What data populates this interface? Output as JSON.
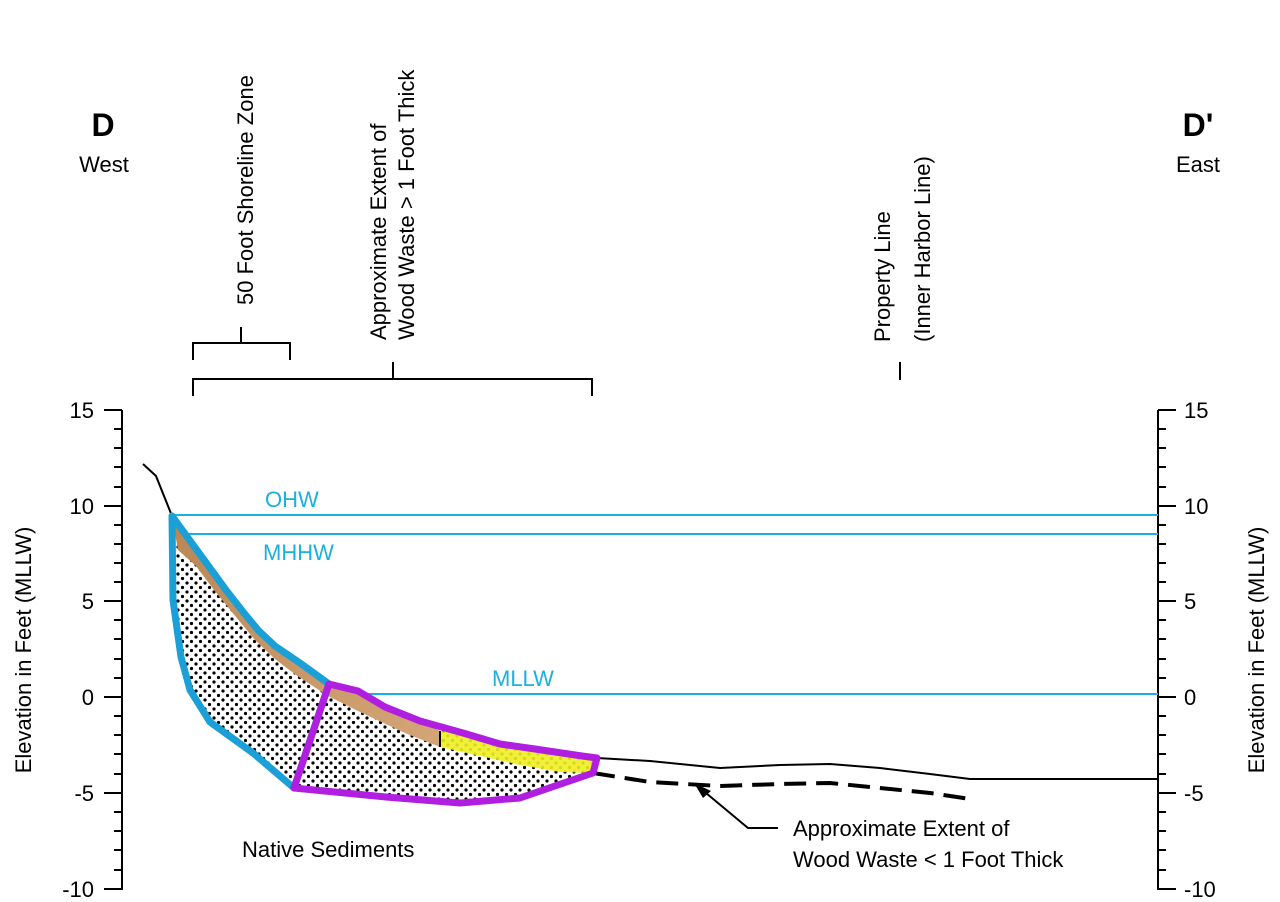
{
  "section": {
    "left_letter": "D",
    "left_direction": "West",
    "right_letter": "D'",
    "right_direction": "East"
  },
  "axis": {
    "label": "Elevation in Feet (MLLW)",
    "ticks": [
      "15",
      "10",
      "5",
      "0",
      "-5",
      "-10"
    ],
    "range": [
      -10,
      15
    ]
  },
  "water_levels": {
    "ohw": "OHW",
    "mhhw": "MHHW",
    "mllw": "MLLW"
  },
  "annotations": {
    "shoreline_zone": "50 Foot Shoreline Zone",
    "wood_waste_gt_line1": "Approximate Extent of",
    "wood_waste_gt_line2": "Wood Waste > 1 Foot Thick",
    "property_line_line1": "Property Line",
    "property_line_line2": "(Inner Harbor Line)",
    "native_sediments": "Native Sediments",
    "wood_waste_lt_line1": "Approximate Extent of",
    "wood_waste_lt_line2": "Wood Waste < 1 Foot Thick"
  },
  "colors": {
    "water_line": "#1ab0e0",
    "blue_outline": "#1a9fd6",
    "purple_outline": "#b01fe0",
    "wood_waste": "#c8956a",
    "thin_wood_waste": "#eeee22"
  }
}
